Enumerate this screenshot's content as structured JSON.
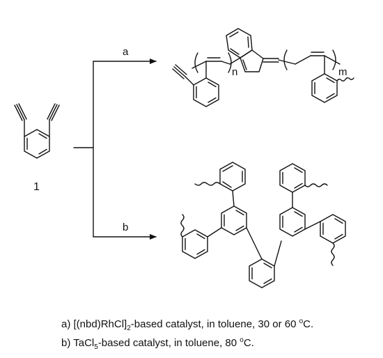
{
  "compound": {
    "label": "1"
  },
  "arrows": [
    {
      "label": "a"
    },
    {
      "label": "b"
    }
  ],
  "polymer_a": {
    "repeat_n": "n",
    "repeat_m": "m"
  },
  "conditions": [
    {
      "prefix": "a) [(nbd)RhCl]",
      "sub": "2",
      "middle": "-based catalyst, in toluene, 30 or 60 ",
      "sup": "o",
      "suffix": "C."
    },
    {
      "prefix": "b) TaCl",
      "sub": "5",
      "middle": "-based catalyst, in toluene, 80 ",
      "sup": "o",
      "suffix": "C."
    }
  ]
}
